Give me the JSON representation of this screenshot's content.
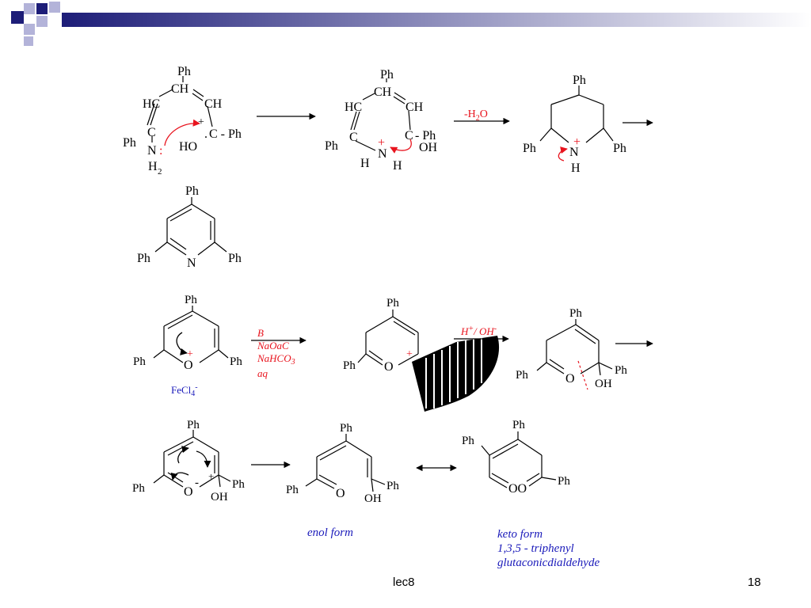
{
  "slide": {
    "footer": "lec8",
    "page_number": "18",
    "header_colors": {
      "navy": "#1d1d78",
      "light": "#b3b3d9",
      "gradient_end": "#ffffff"
    }
  },
  "labels": {
    "ph": "Ph",
    "ch": "CH",
    "hc": "HC",
    "c_atom": "C",
    "n_atom": "N",
    "o_atom": "O",
    "h_atom": "H",
    "oh": "OH",
    "ho": "HO",
    "nh2_h": "H",
    "nh2_sub": "2",
    "colon": ":",
    "c_ph": "C - Ph",
    "dash_ph": "- Ph",
    "oo": "OO",
    "plus": "+",
    "minus": "-",
    "dot": "."
  },
  "reagents": {
    "dehydration": {
      "prefix": "-H",
      "sub": "2",
      "suffix": "O"
    },
    "base_lines": [
      "B",
      "NaOaC",
      "NaHCO",
      "aq"
    ],
    "base_sub": "3",
    "acid_base": {
      "h": "H",
      "sup1": "+",
      "mid": "/ OH",
      "sup2": "-"
    },
    "counterion": {
      "main": "FeCl",
      "sub": "4",
      "sup": "-"
    }
  },
  "captions": {
    "enol": "enol form",
    "keto_lines": [
      "keto form",
      "1,3,5 - triphenyl",
      "glutaconicdialdehyde"
    ]
  },
  "colors": {
    "ink": "#000000",
    "arrow_red": "#e8141e",
    "reagent_red": "#e8141e",
    "caption_blue": "#1a1aba"
  }
}
